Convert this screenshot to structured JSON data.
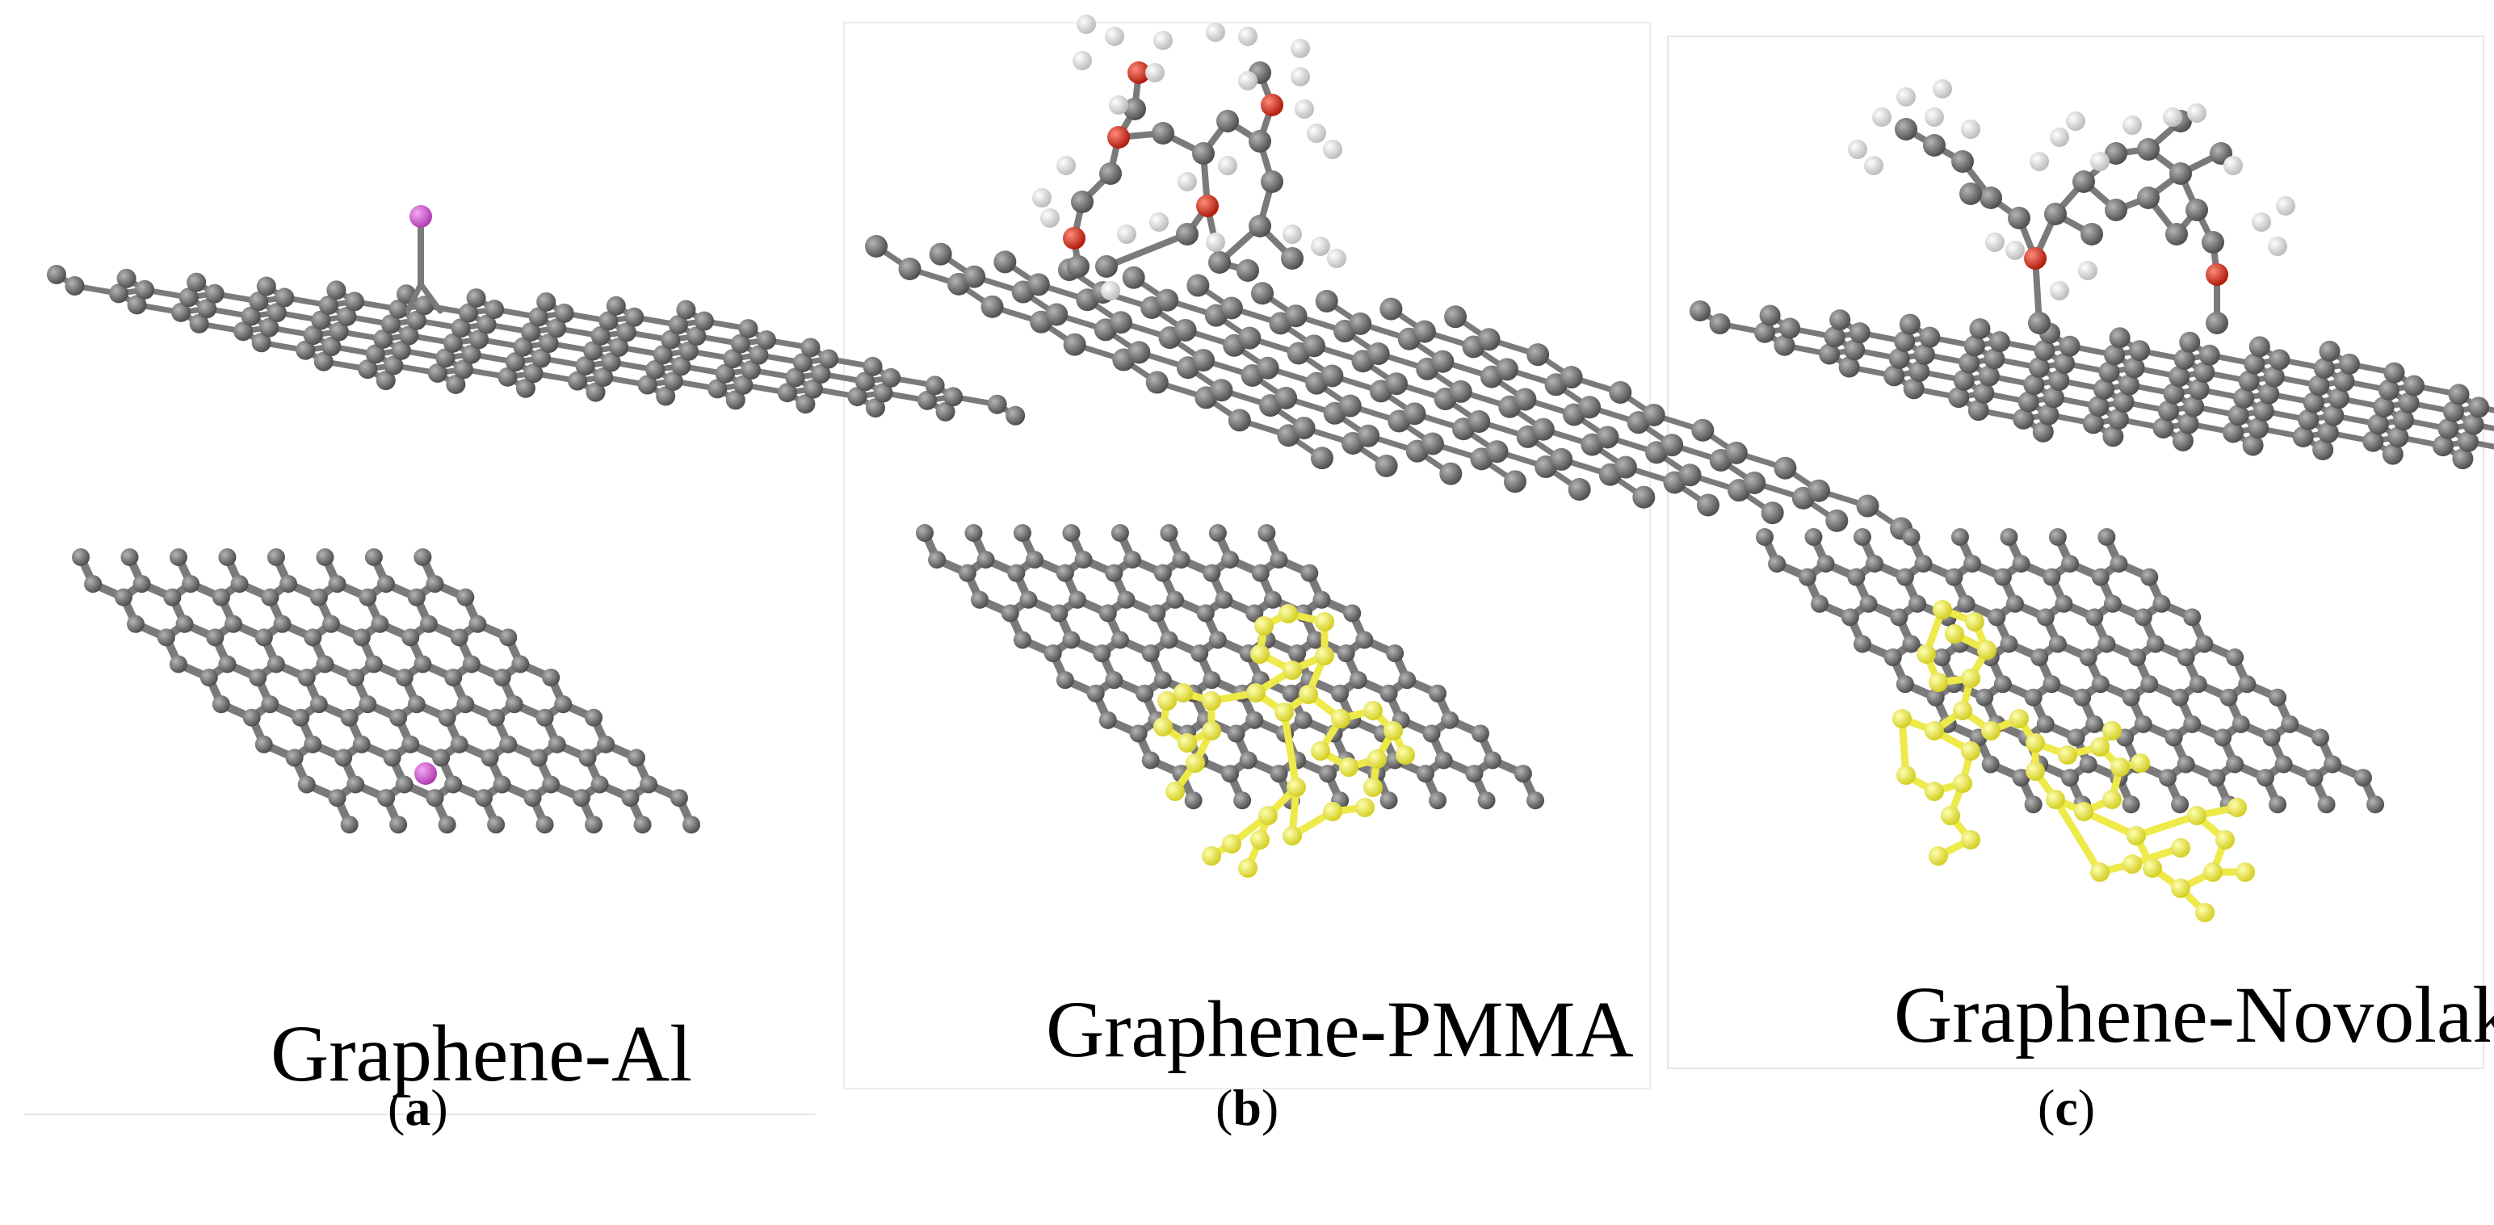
{
  "panels": [
    {
      "id": "a",
      "title": "Graphene-Al",
      "caption_letter": "a",
      "dopant_color": "#d65cd6",
      "adsorbate": "Al"
    },
    {
      "id": "b",
      "title": "Graphene-PMMA",
      "caption_letter": "b",
      "adsorbate": "PMMA"
    },
    {
      "id": "c",
      "title": "Graphene-Novolak",
      "caption_letter": "c",
      "adsorbate": "Novolak"
    }
  ],
  "colors": {
    "carbon": "#6f6f6f",
    "carbon_bond": "#7a7a7a",
    "oxygen": "#d92b1a",
    "hydrogen": "#f2f2f2",
    "aluminum": "#d65cd6",
    "molecule_topview": "#eeea4a",
    "panel_border": "#e6e6e6"
  }
}
